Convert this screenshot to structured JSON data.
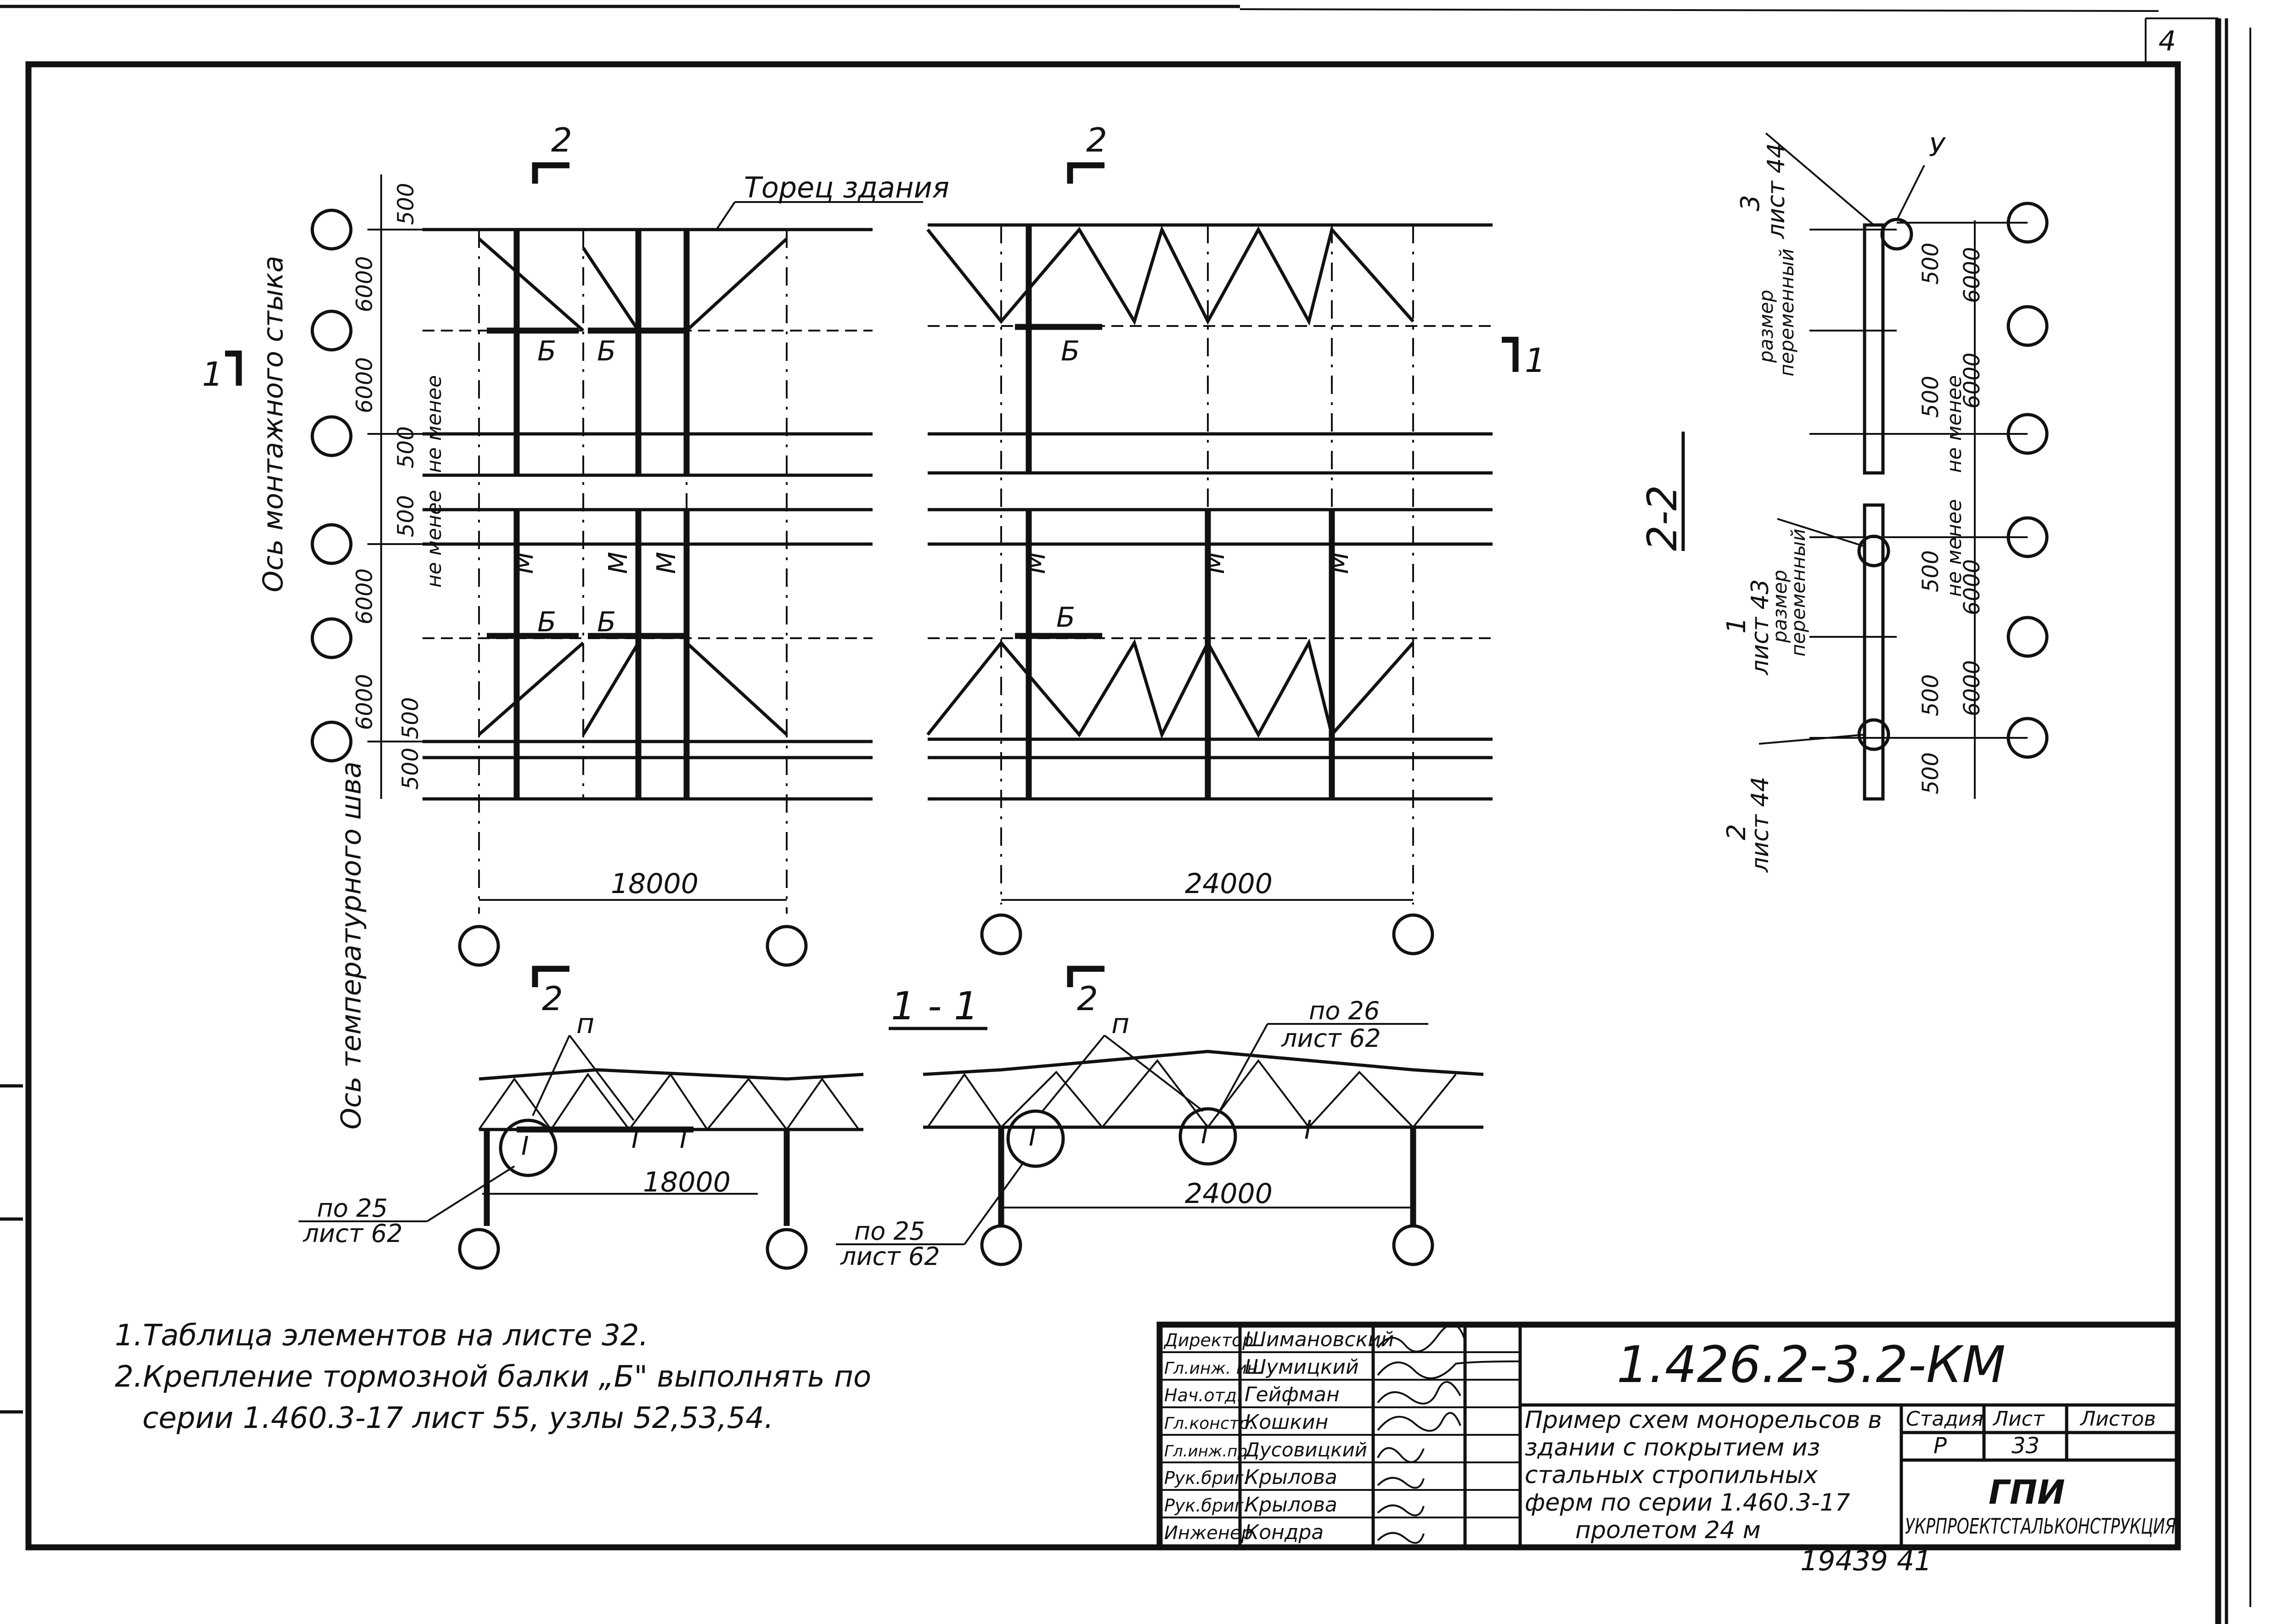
{
  "sheet_corner_number": "4",
  "plan_labels": {
    "torets": "Торец здания",
    "axis_montage": "Ось монтажного стыка",
    "axis_temperature": "Ось температурного шва",
    "dim_500": "500",
    "dim_6000": "6000",
    "ne_menee": "не менее",
    "span_left": "18000",
    "span_right": "24000",
    "beam_b": "Б",
    "rail_m": "М",
    "section_mark_2": "2",
    "section_mark_1": "1"
  },
  "section_1_1": {
    "title": "1 - 1",
    "callout_n": "п",
    "note_left": "по 25",
    "note_left_sheet": "лист 62",
    "note_right_top": "по 26",
    "note_right_top_sheet": "лист 62",
    "note_mid": "по 25",
    "note_mid_sheet": "лист 62",
    "span_left": "18000",
    "span_right": "24000",
    "profile_i": "I"
  },
  "section_2_2": {
    "title": "2-2",
    "callout_3": "3",
    "callout_3_sheet": "лист 44",
    "callout_u": "У",
    "callout_1": "1",
    "callout_1_sheet": "лист 43",
    "callout_2": "2",
    "callout_2_sheet": "лист 44",
    "razmer": "размер",
    "peremenny": "переменный",
    "dim_500": "500",
    "dim_6000": "6000",
    "ne_menee": "не менее"
  },
  "notes": [
    "1.Таблица элементов на листе 32.",
    "2.Крепление тормозной балки „Б\" выполнять по",
    "серии 1.460.3-17 лист 55, узлы 52,53,54."
  ],
  "title_block": {
    "code": "1.426.2-3.2-КМ",
    "roles": [
      {
        "role": "Директор",
        "name": "Шимановский"
      },
      {
        "role": "Гл.инж. ин.",
        "name": "Шумицкий"
      },
      {
        "role": "Нач.отд.",
        "name": "Гейфман"
      },
      {
        "role": "Гл.констр.",
        "name": "Кошкин"
      },
      {
        "role": "Гл.инж.пр.",
        "name": "Дусовицкий"
      },
      {
        "role": "Рук.бриг.",
        "name": "Крылова"
      },
      {
        "role": "Рук.бриг.",
        "name": "Крылова"
      },
      {
        "role": "Инженер",
        "name": "Кондра"
      }
    ],
    "description": [
      "Пример схем монорельсов в",
      "здании с покрытием из",
      "стальных стропильных",
      "ферм по серии 1.460.3-17",
      "пролетом 24 м"
    ],
    "stage_label": "Стадия",
    "sheet_label": "Лист",
    "sheets_label": "Листов",
    "stage": "Р",
    "sheet": "33",
    "sheets": "",
    "org_logo": "ГПИ",
    "org_name": "УКРПРОЕКТСТАЛЬКОНСТРУКЦИЯ"
  },
  "bottom_numbers": "19439  41"
}
